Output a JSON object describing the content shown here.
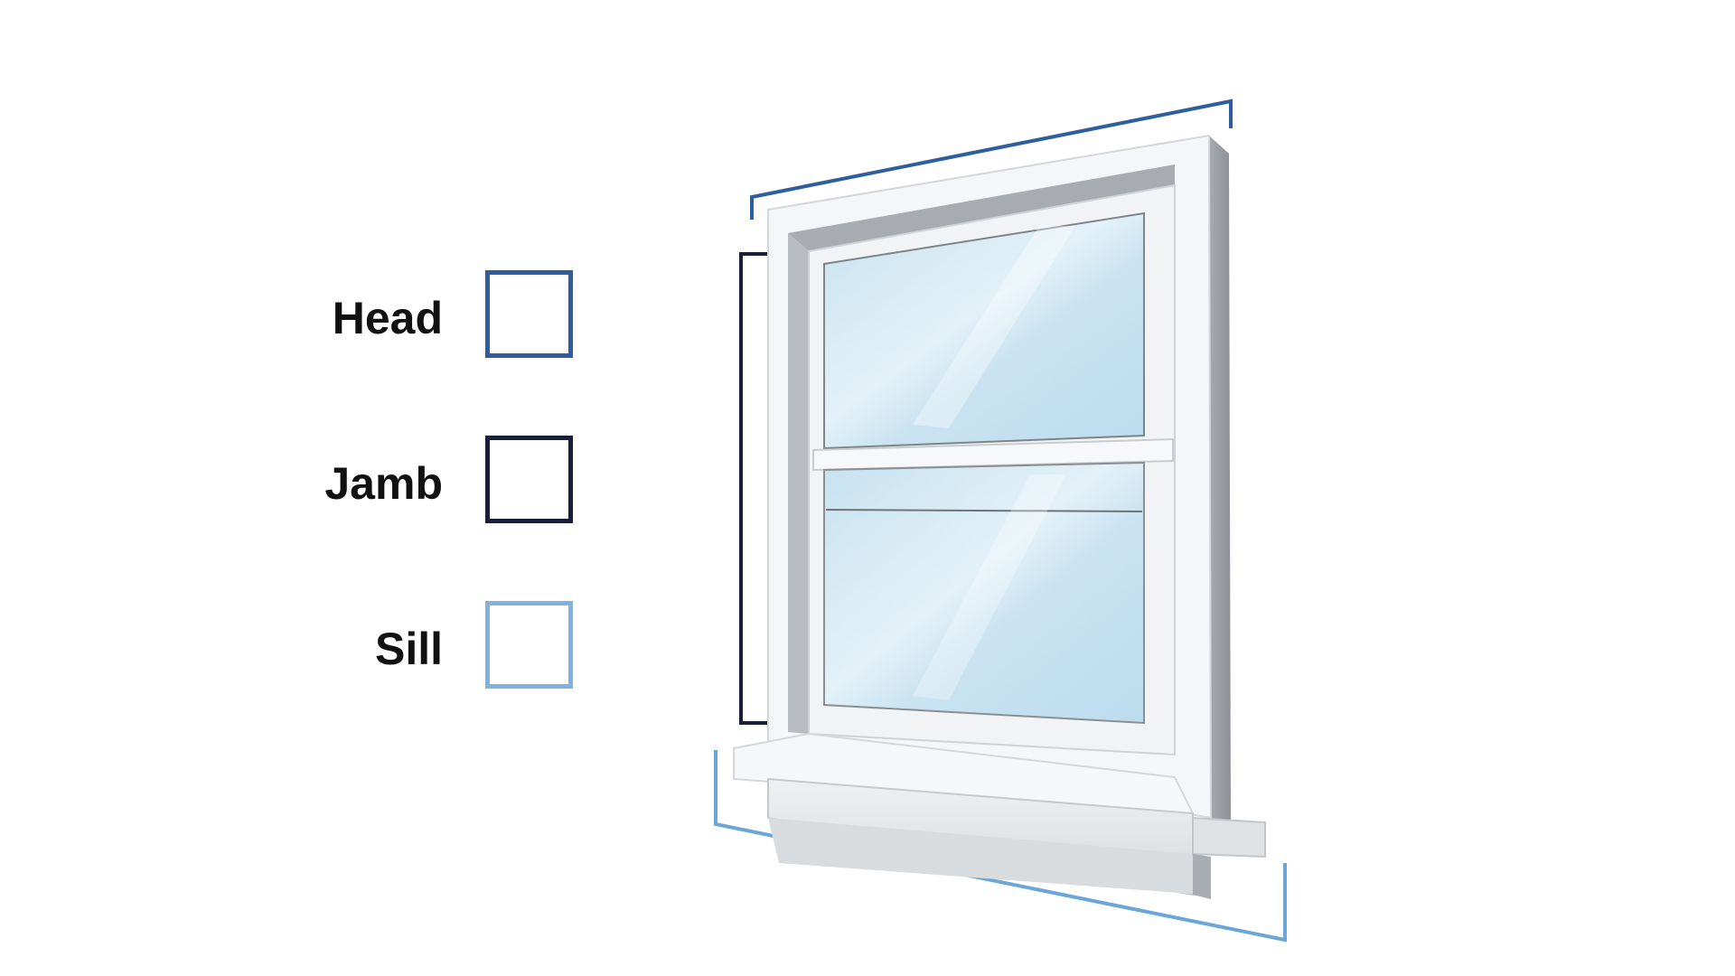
{
  "legend": {
    "items": [
      {
        "label": "Head",
        "color": "#2f5e9e"
      },
      {
        "label": "Jamb",
        "color": "#1a1e3a"
      },
      {
        "label": "Sill",
        "color": "#7fb2dd"
      }
    ]
  },
  "colors": {
    "head_line": "#2f5e9e",
    "jamb_line": "#1a1e3a",
    "sill_line": "#6aa6d6",
    "frame_white": "#f4f5f7",
    "frame_shadow": "#9fa3a8",
    "glass": "#cfe6f2"
  }
}
